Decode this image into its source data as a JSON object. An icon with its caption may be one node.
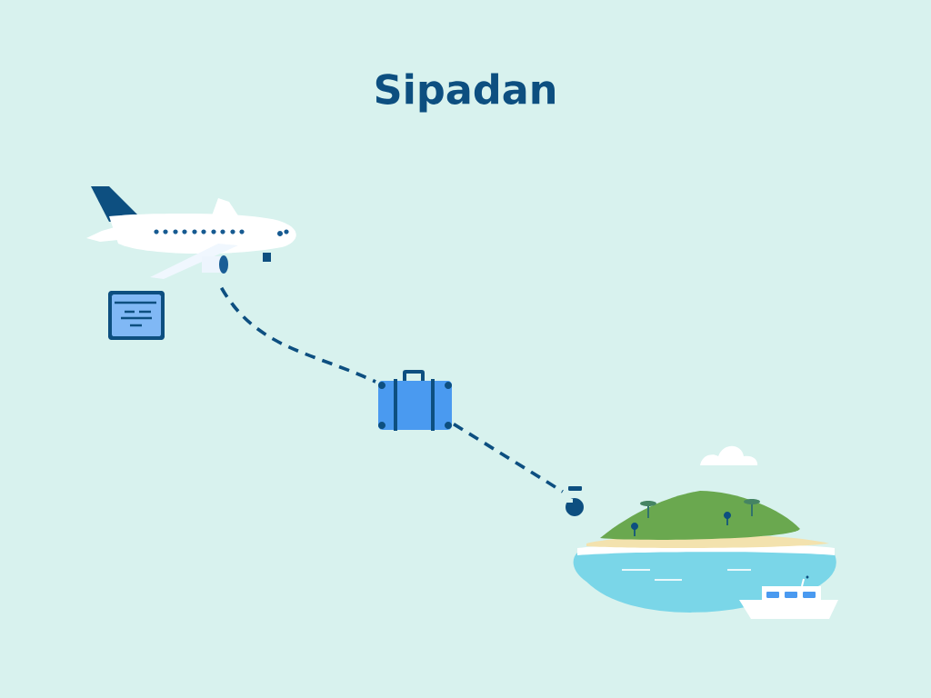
{
  "diagram": {
    "title": "Sipadan",
    "nodes": [
      {
        "text": [],
        "shape": "picture"
      },
      {
        "text": [],
        "shape": "picture"
      },
      {
        "text": [],
        "shape": "picture"
      }
    ],
    "edges": [
      {
        "from": 0,
        "to": 1,
        "arrow": "none",
        "style": "dashed"
      },
      {
        "from": 1,
        "to": 2,
        "arrow": "none",
        "style": "dashed"
      }
    ]
  }
}
